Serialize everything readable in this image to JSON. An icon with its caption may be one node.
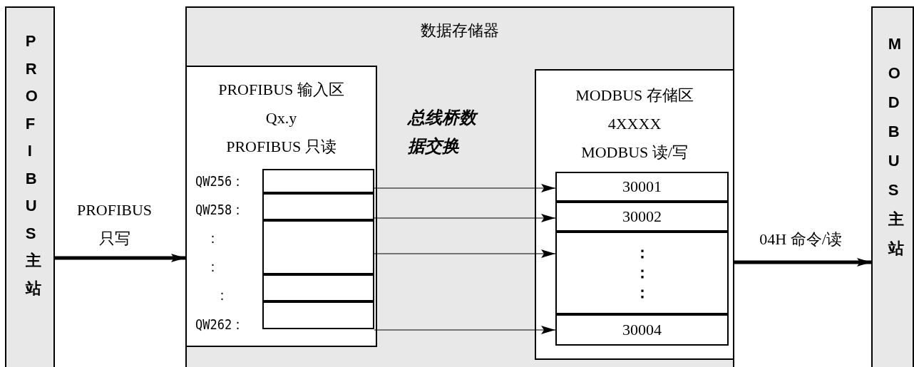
{
  "diagram": {
    "nodes": [
      {
        "text": [
          "PROFIBUS主站"
        ]
      },
      {
        "text": [
          "数据存储器"
        ]
      },
      {
        "text": [
          "PROFIBUS 输入区",
          "Qx.y",
          "PROFIBUS 只读"
        ],
        "in": 1
      },
      {
        "text": [],
        "shape": "box",
        "in": 2,
        "beside": [
          "QW256："
        ]
      },
      {
        "text": [],
        "shape": "box",
        "in": 2,
        "beside": [
          "QW258："
        ]
      },
      {
        "text": [],
        "shape": "box",
        "in": 2,
        "beside": [
          "：",
          "："
        ]
      },
      {
        "text": [],
        "shape": "box",
        "in": 2,
        "beside": [
          "："
        ]
      },
      {
        "text": [],
        "shape": "box",
        "in": 2,
        "beside": [
          "QW262："
        ]
      },
      {
        "text": [
          "MODBUS 存储区",
          "4XXXX",
          "MODBUS 读/写"
        ],
        "in": 1
      },
      {
        "text": [
          "30001"
        ],
        "in": 8
      },
      {
        "text": [
          "30002"
        ],
        "in": 8
      },
      {
        "text": [
          "：",
          "：",
          "："
        ],
        "in": 8
      },
      {
        "text": [
          "30004"
        ],
        "in": 8
      },
      {
        "text": [
          "MODBUS主站"
        ]
      }
    ],
    "edges": [
      {
        "from": 3,
        "to": 9,
        "arrow": "to"
      },
      {
        "from": 4,
        "to": 10,
        "arrow": "to"
      },
      {
        "from": 5,
        "to": 11,
        "arrow": "to"
      },
      {
        "from": 7,
        "to": 12,
        "arrow": "to"
      },
      {
        "from": 0,
        "to": 2,
        "arrow": "to",
        "label": "PROFIBUS 只写",
        "style": "thick"
      },
      {
        "from": 8,
        "to": 13,
        "arrow": "to",
        "label": "04H 命令/读",
        "style": "thick"
      }
    ],
    "labels": [
      "总线桥数据交换"
    ]
  }
}
